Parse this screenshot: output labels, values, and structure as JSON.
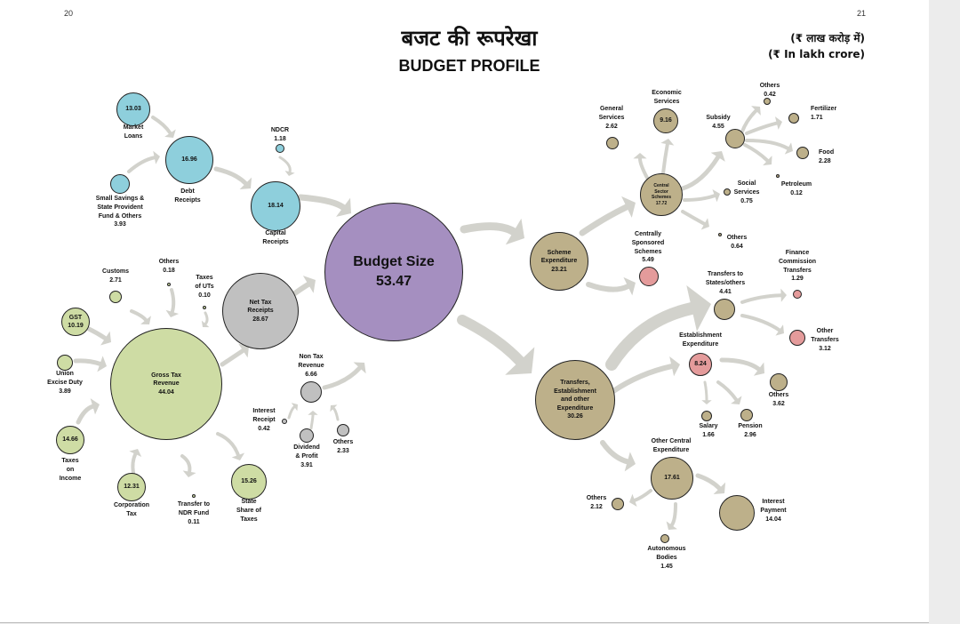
{
  "header": {
    "page_left": "20",
    "page_right": "21",
    "title_hindi": "बजट की रूपरेखा",
    "title_english": "BUDGET PROFILE",
    "unit_hindi": "(₹ लाख करोड़ में)",
    "unit_english": "(₹ In lakh crore)"
  },
  "colors": {
    "blue": "#8ecfdc",
    "green": "#cedca4",
    "gray": "#c0c0c0",
    "purple": "#a58fc0",
    "tan": "#bdb08a",
    "pink": "#e49b9b",
    "arrow": "#d2d2cc"
  },
  "nodes": [
    {
      "id": "market_loans",
      "label": "Market\nLoans",
      "value": "13.03",
      "color": "blue"
    },
    {
      "id": "debt_receipts",
      "label": "Debt\nReceipts",
      "value": "16.96",
      "color": "blue"
    },
    {
      "id": "small_savings",
      "label": "Small Savings &\nState Provident\nFund & Others",
      "value": "3.93",
      "color": "blue"
    },
    {
      "id": "ndcr",
      "label": "NDCR",
      "value": "1.18",
      "color": "blue"
    },
    {
      "id": "capital_receipts",
      "label": "Capital\nReceipts",
      "value": "18.14",
      "color": "blue"
    },
    {
      "id": "budget_size",
      "label": "Budget Size",
      "value": "53.47",
      "color": "purple"
    },
    {
      "id": "customs",
      "label": "Customs",
      "value": "2.71",
      "color": "green"
    },
    {
      "id": "others_tax",
      "label": "Others",
      "value": "0.18",
      "color": "green"
    },
    {
      "id": "taxes_uts",
      "label": "Taxes\nof UTs",
      "value": "0.10",
      "color": "green"
    },
    {
      "id": "net_tax",
      "label": "Net Tax\nReceipts",
      "value": "28.67",
      "color": "gray"
    },
    {
      "id": "gst",
      "label": "GST",
      "value": "10.19",
      "color": "green"
    },
    {
      "id": "excise",
      "label": "Union\nExcise Duty",
      "value": "3.89",
      "color": "green"
    },
    {
      "id": "gross_tax",
      "label": "Gross Tax\nRevenue",
      "value": "44.04",
      "color": "green"
    },
    {
      "id": "income_tax",
      "label": "Taxes\non\nIncome",
      "value": "14.66",
      "color": "green"
    },
    {
      "id": "corp_tax",
      "label": "Corporation\nTax",
      "value": "12.31",
      "color": "green"
    },
    {
      "id": "ndr_fund",
      "label": "Transfer to\nNDR Fund",
      "value": "0.11",
      "color": "green"
    },
    {
      "id": "state_share",
      "label": "State\nShare of\nTaxes",
      "value": "15.26",
      "color": "green"
    },
    {
      "id": "non_tax",
      "label": "Non Tax\nRevenue",
      "value": "6.66",
      "color": "gray"
    },
    {
      "id": "interest_receipt",
      "label": "Interest\nReceipt",
      "value": "0.42",
      "color": "gray"
    },
    {
      "id": "dividend",
      "label": "Dividend\n& Profit",
      "value": "3.91",
      "color": "gray"
    },
    {
      "id": "others_ntr",
      "label": "Others",
      "value": "2.33",
      "color": "gray"
    },
    {
      "id": "scheme_exp",
      "label": "Scheme\nExpenditure",
      "value": "23.21",
      "color": "tan"
    },
    {
      "id": "central_sector",
      "label": "Central\nSector\nSchemes",
      "value": "17.72",
      "color": "tan"
    },
    {
      "id": "general_services",
      "label": "General\nServices",
      "value": "2.62",
      "color": "tan"
    },
    {
      "id": "economic_services",
      "label": "Economic\nServices",
      "value": "9.16",
      "color": "tan"
    },
    {
      "id": "subsidy",
      "label": "Subsidy",
      "value": "4.55",
      "color": "tan"
    },
    {
      "id": "others_subsidy",
      "label": "Others",
      "value": "0.42",
      "color": "tan"
    },
    {
      "id": "fertilizer",
      "label": "Fertilizer",
      "value": "1.71",
      "color": "tan"
    },
    {
      "id": "food",
      "label": "Food",
      "value": "2.28",
      "color": "tan"
    },
    {
      "id": "petroleum",
      "label": "Petroleum",
      "value": "0.12",
      "color": "tan"
    },
    {
      "id": "social_services",
      "label": "Social\nServices",
      "value": "0.75",
      "color": "tan"
    },
    {
      "id": "others_css",
      "label": "Others",
      "value": "0.64",
      "color": "tan"
    },
    {
      "id": "centrally_sponsored",
      "label": "Centrally\nSponsored\nSchemes",
      "value": "5.49",
      "color": "pink"
    },
    {
      "id": "transfers_est",
      "label": "Transfers,\nEstablishment\nand other\nExpenditure",
      "value": "30.26",
      "color": "tan"
    },
    {
      "id": "transfers_states",
      "label": "Transfers to\nStates/others",
      "value": "4.41",
      "color": "tan"
    },
    {
      "id": "finance_commission",
      "label": "Finance\nCommission\nTransfers",
      "value": "1.29",
      "color": "pink"
    },
    {
      "id": "other_transfers",
      "label": "Other\nTransfers",
      "value": "3.12",
      "color": "pink"
    },
    {
      "id": "establishment",
      "label": "Establishment\nExpenditure",
      "value": "8.24",
      "color": "pink"
    },
    {
      "id": "others_est",
      "label": "Others",
      "value": "3.62",
      "color": "tan"
    },
    {
      "id": "salary",
      "label": "Salary",
      "value": "1.66",
      "color": "tan"
    },
    {
      "id": "pension",
      "label": "Pension",
      "value": "2.96",
      "color": "tan"
    },
    {
      "id": "other_central",
      "label": "Other Central\nExpenditure",
      "value": "17.61",
      "color": "tan"
    },
    {
      "id": "others_oce",
      "label": "Others",
      "value": "2.12",
      "color": "tan"
    },
    {
      "id": "interest_payment",
      "label": "Interest\nPayment",
      "value": "14.04",
      "color": "tan"
    },
    {
      "id": "autonomous",
      "label": "Autonomous\nBodies",
      "value": "1.45",
      "color": "tan"
    }
  ]
}
